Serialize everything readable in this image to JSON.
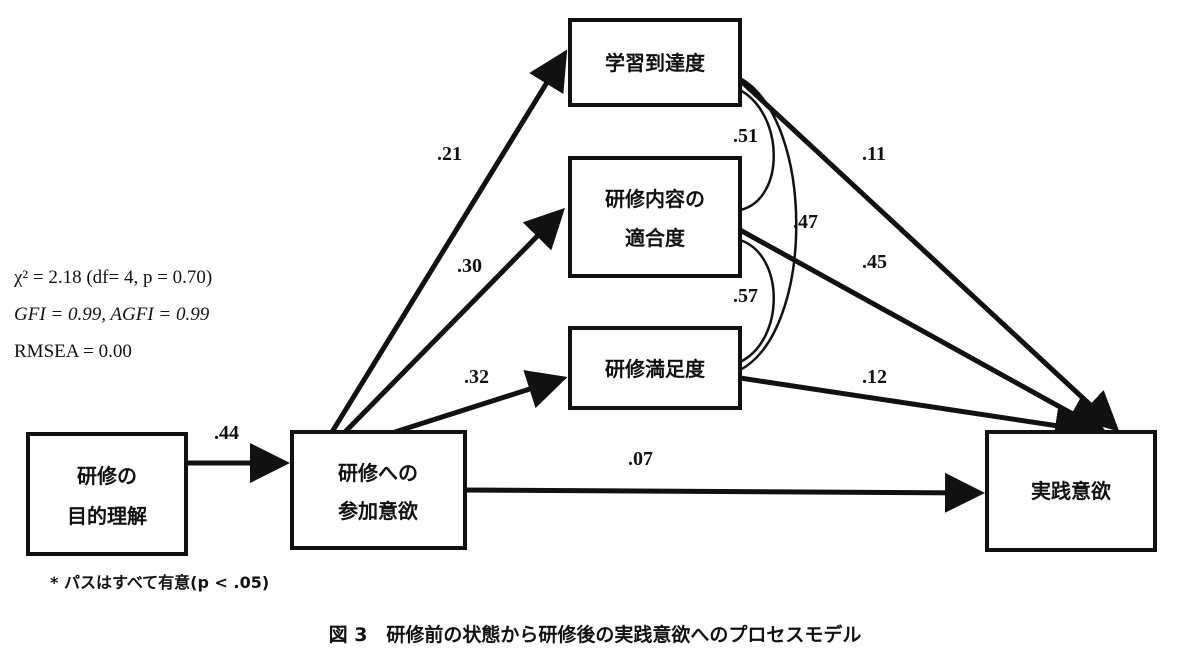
{
  "nodes": {
    "purpose": [
      "研修の",
      "目的理解"
    ],
    "motivation": [
      "研修への",
      "参加意欲"
    ],
    "achievement": [
      "学習到達度"
    ],
    "fit": [
      "研修内容の",
      "適合度"
    ],
    "satisfaction": [
      "研修満足度"
    ],
    "practice": [
      "実践意欲"
    ]
  },
  "paths": {
    "purpose_motivation": ".44",
    "motivation_achievement": ".21",
    "motivation_fit": ".30",
    "motivation_satisfaction": ".32",
    "motivation_practice": ".07",
    "achievement_practice": ".11",
    "fit_practice": ".45",
    "satisfaction_practice": ".12"
  },
  "correlations": {
    "achievement_fit": ".51",
    "achievement_satisfaction": ".47",
    "fit_satisfaction": ".57"
  },
  "fit_indices": {
    "chi_square": "χ² = 2.18 (df= 4, p = 0.70)",
    "gfi": "GFI = 0.99, AGFI = 0.99",
    "rmsea": "RMSEA = 0.00"
  },
  "note": "* パスはすべて有意(p < .05)",
  "caption": "図 3　研修前の状態から研修後の実践意欲へのプロセスモデル"
}
